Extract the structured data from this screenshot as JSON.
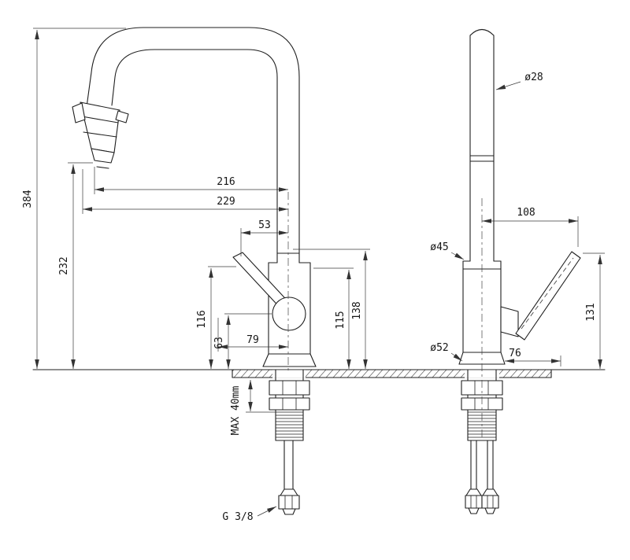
{
  "drawing": {
    "colors": {
      "line": "#1f1f1f",
      "dim_line": "#3a3a3a",
      "background": "#ffffff"
    },
    "dims": {
      "h384": "384",
      "h232": "232",
      "w216": "216",
      "w229": "229",
      "w53": "53",
      "h116": "116",
      "h63": "63",
      "w79": "79",
      "h115": "115",
      "h138": "138",
      "max_depth": "MAX 40mm",
      "thread": "G 3/8",
      "dia28": "ø28",
      "w108": "108",
      "dia45": "ø45",
      "dia52": "ø52",
      "w76": "76",
      "h131": "131"
    }
  }
}
